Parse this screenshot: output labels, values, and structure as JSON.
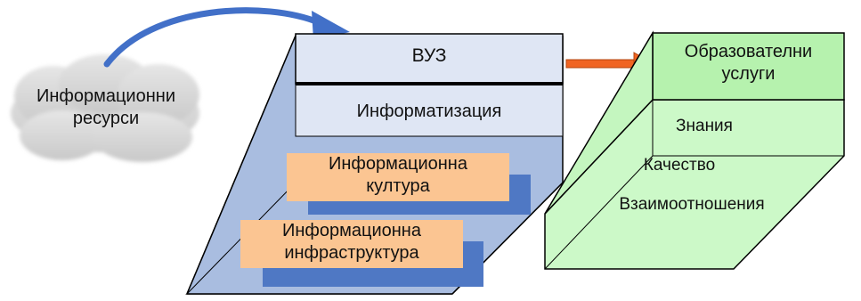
{
  "diagram": {
    "source": {
      "line1": "Информационни",
      "line2": "ресурси"
    },
    "university": {
      "title": "ВУЗ",
      "process": "Информатизация",
      "culture": {
        "line1": "Информационна",
        "line2": "култура"
      },
      "infrastructure": {
        "line1": "Информационна",
        "line2": "инфраструктура"
      }
    },
    "output": {
      "title_line1": "Образователни",
      "title_line2": "услуги",
      "items": [
        "Знания",
        "Качество",
        "Взаимоотношения"
      ]
    }
  },
  "colors": {
    "box_blue": "#a9bde0",
    "box_light": "#dfe6f4",
    "label_orange": "#fbc592",
    "bar_blue": "#4f78c4",
    "green": "#ccf9c8",
    "green_top": "#b6f2ae",
    "arrow_blue": "#4270c8",
    "arrow_orange": "#f06422",
    "cloud": "#d9d9d9"
  }
}
